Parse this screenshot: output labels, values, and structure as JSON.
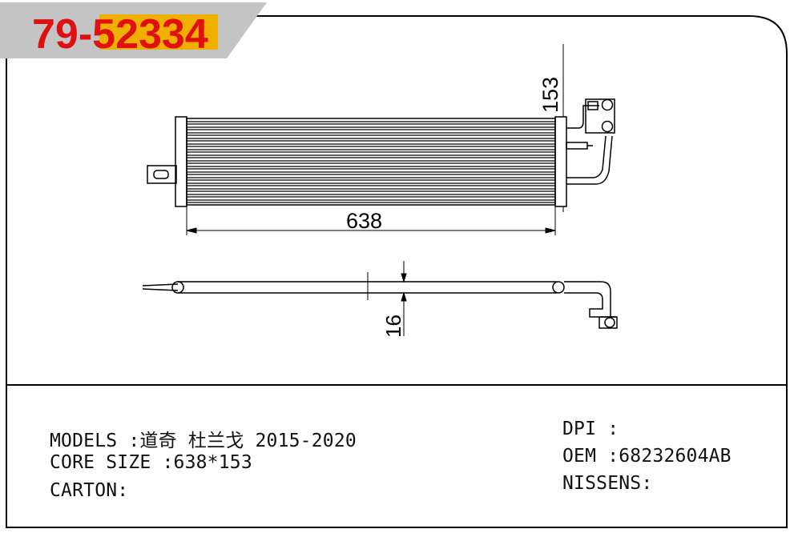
{
  "header": {
    "part_number_prefix": "79-",
    "part_number_highlight": "52334",
    "prefix_color": "#e01010",
    "highlight_color": "#f0b000"
  },
  "dimensions": {
    "height": "153",
    "width": "638",
    "thickness": "16"
  },
  "specs": {
    "models_label": "MODELS :",
    "models_value": "道奇 杜兰戈 2015-2020",
    "core_size_label": "CORE SIZE :",
    "core_size_value": "638*153",
    "carton_label": "CARTON:",
    "carton_value": ""
  },
  "references": {
    "dpi_label": "DPI :",
    "dpi_value": "",
    "oem_label": "OEM :",
    "oem_value": "68232604AB",
    "nissens_label": "NISSENS:",
    "nissens_value": ""
  }
}
